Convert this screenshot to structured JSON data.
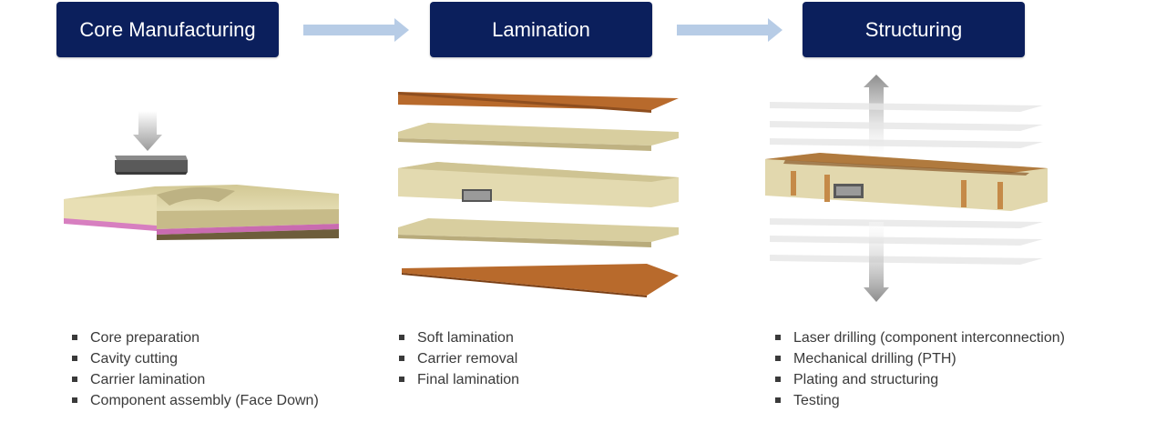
{
  "stages": [
    {
      "title": "Core Manufacturing",
      "steps": [
        "Core preparation",
        "Cavity cutting",
        "Carrier lamination",
        "Component assembly (Face Down)"
      ]
    },
    {
      "title": "Lamination",
      "steps": [
        "Soft lamination",
        "Carrier removal",
        "Final lamination"
      ]
    },
    {
      "title": "Structuring",
      "steps": [
        "Laser drilling (component interconnection)",
        "Mechanical drilling (PTH)",
        "Plating and structuring",
        "Testing"
      ]
    }
  ],
  "colors": {
    "header_bg": "#0b1f5c",
    "arrow": "#b7cce6",
    "core_material": "#e4dcae",
    "copper": "#b86a2c",
    "carrier": "#d77fc0",
    "component": "#5a5a5a"
  }
}
